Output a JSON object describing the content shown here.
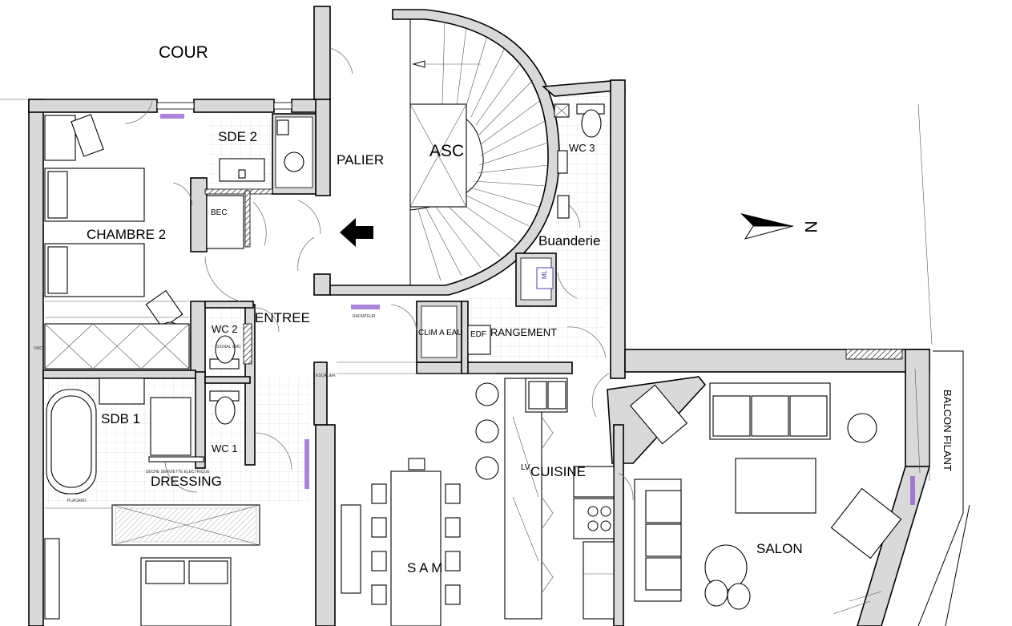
{
  "rooms": {
    "cour": "COUR",
    "palier": "PALIER",
    "asc": "ASC",
    "sde2": "SDE 2",
    "wc3": "WC 3",
    "chambre2": "CHAMBRE 2",
    "bec": "BEC",
    "buanderie": "Buanderie",
    "ml": "ML",
    "entree": "ENTREE",
    "wc2": "WC 2",
    "clim": "CLIM A EAU",
    "edf": "EDF",
    "rangement": "RANGEMENT",
    "sdb1": "SDB 1",
    "wc1": "WC 1",
    "dressing": "DRESSING",
    "cuisine": "CUISINE",
    "lv": "LV",
    "salon": "SALON",
    "sam": "S A M",
    "balcon": "BALCON FILANT",
    "vmc": "VMC",
    "radiateur": "RADIATEUR",
    "douche": "SECHE SERVIETTE ELECTRIQUE",
    "wcvmc": "SIGNAL VMC",
    "placard": "PLACARD",
    "escalier": "ESCALIER"
  },
  "compass": {
    "label": "N"
  },
  "colors": {
    "wall": "#d9d9d9",
    "radiator": "#8a4fd0",
    "ml_box": "#4a3cc0"
  }
}
